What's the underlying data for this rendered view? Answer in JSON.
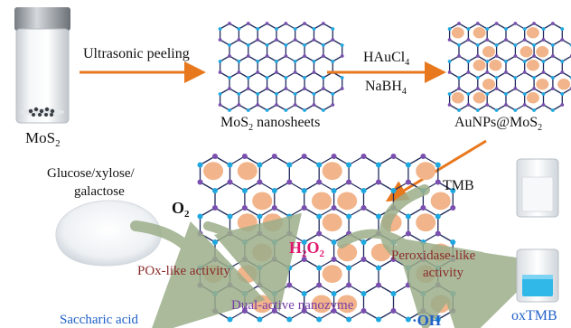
{
  "labels": {
    "mos2": "MoS",
    "mos2_sub": "2",
    "ultrasonic": "Ultrasonic peeling",
    "nanosheets_a": "MoS",
    "nanosheets_sub": "2",
    "nanosheets_b": " nanosheets",
    "reagent1_a": "HAuCl",
    "reagent1_sub": "4",
    "reagent2_a": "NaBH",
    "reagent2_sub": "4",
    "aunps_a": "AuNPs@MoS",
    "aunps_sub": "2",
    "sugars_line1": "Glucose/xylose/",
    "sugars_line2": "galactose",
    "o2_a": "O",
    "o2_sub": "2",
    "h2o2_a": "H",
    "h2o2_sub1": "2",
    "h2o2_b": "O",
    "h2o2_sub2": "2",
    "tmb": "TMB",
    "pox": "POx-like activity",
    "perox_line1": "Peroxidase-like",
    "perox_line2": "activity",
    "dual": "Dual-active nanozyme",
    "saccharic": "Saccharic acid",
    "oh": "·OH",
    "oxtmb": "oxTMB"
  },
  "colors": {
    "arrow_orange": "#e8781e",
    "lattice_line": "#1f2a5a",
    "node_blue": "#1ea8e0",
    "node_purple": "#7a4fb0",
    "aunp": "#f2b48a",
    "h2o2": "#e0166e",
    "pox_text": "#8b2b2b",
    "dual_text": "#7a3ea8",
    "blue_text": "#2060c8",
    "curve_green": "#9cae8a",
    "solution_blue": "#2fb8e8"
  }
}
